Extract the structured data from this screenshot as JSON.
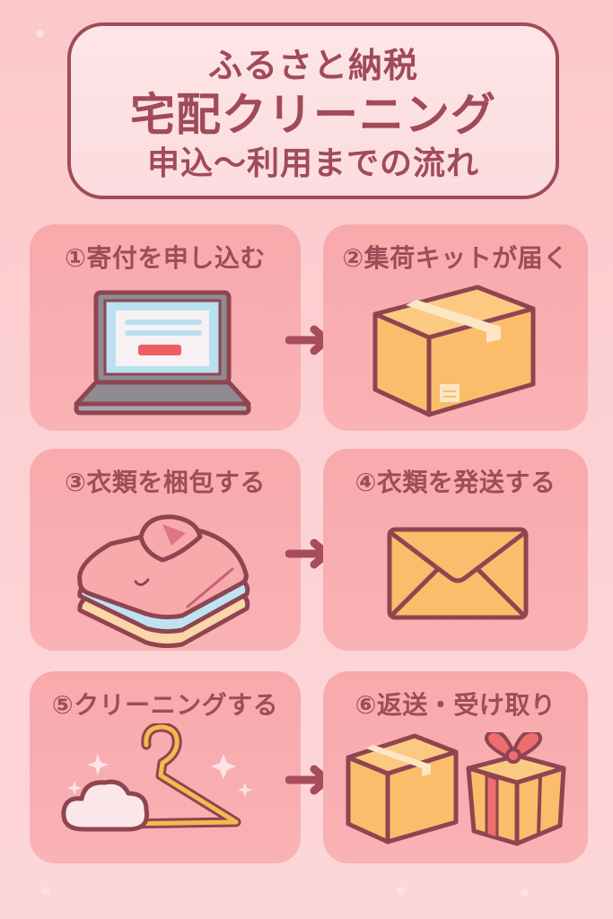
{
  "title": {
    "line1": "ふるさと納税",
    "line2": "宅配クリーニング",
    "line3": "申込〜利用までの流れ"
  },
  "steps": [
    {
      "label": "①寄付を申し込む",
      "icon": "laptop-icon"
    },
    {
      "label": "②集荷キットが届く",
      "icon": "cardboard-box-icon"
    },
    {
      "label": "③衣類を梱包する",
      "icon": "folded-clothes-icon"
    },
    {
      "label": "④衣類を発送する",
      "icon": "envelope-icon"
    },
    {
      "label": "⑤クリーニングする",
      "icon": "hanger-sparkle-icon"
    },
    {
      "label": "⑥返送・受け取り",
      "icon": "box-and-gift-icon"
    }
  ],
  "colors": {
    "background": "#fbc8ca",
    "card": "#f8a9ac",
    "text": "#a04b58",
    "box": "#fbbd6b",
    "outline": "#8f4550"
  }
}
